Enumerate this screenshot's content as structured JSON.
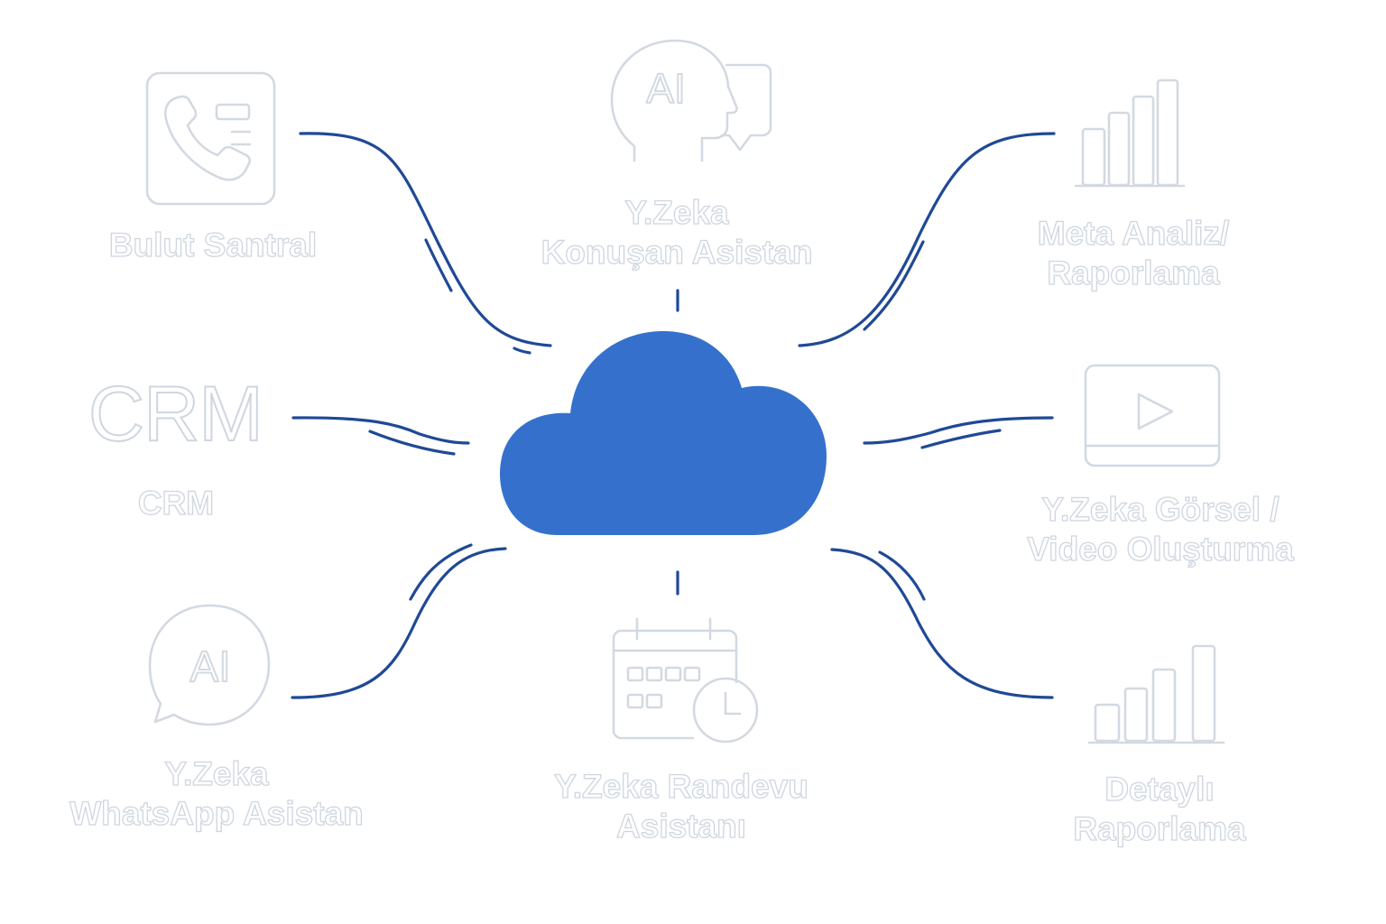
{
  "colors": {
    "cloud": "#3571cc",
    "connector": "#1f4996",
    "icon_stroke": "#d3d9e1",
    "text_fill": "#ffffff"
  },
  "center": {
    "icon": "cloud-icon"
  },
  "nodes": [
    {
      "id": "bulut-santral",
      "icon": "phone-panel-icon",
      "label_lines": [
        "Bulut Santral"
      ]
    },
    {
      "id": "konusan-asistan",
      "icon": "ai-head-speech-icon",
      "icon_text": "AI",
      "label_lines": [
        "Y.Zeka",
        "Konuşan Asistan"
      ]
    },
    {
      "id": "meta-analiz",
      "icon": "bar-chart-icon",
      "label_lines": [
        "Meta Analiz/",
        "Raporlama"
      ]
    },
    {
      "id": "crm",
      "icon": "crm-text-icon",
      "icon_text": "CRM",
      "label_lines": [
        "CRM"
      ]
    },
    {
      "id": "gorsel-video",
      "icon": "video-player-icon",
      "label_lines": [
        "Y.Zeka Görsel /",
        "Video Oluşturma"
      ]
    },
    {
      "id": "whatsapp-asistan",
      "icon": "ai-chat-bubble-icon",
      "icon_text": "AI",
      "label_lines": [
        "Y.Zeka",
        "WhatsApp Asistan"
      ]
    },
    {
      "id": "randevu-asistani",
      "icon": "calendar-clock-icon",
      "label_lines": [
        "Y.Zeka Randevu",
        "Asistanı"
      ]
    },
    {
      "id": "detayli-raporlama",
      "icon": "bar-chart-icon",
      "label_lines": [
        "Detaylı",
        "Raporlama"
      ]
    }
  ]
}
